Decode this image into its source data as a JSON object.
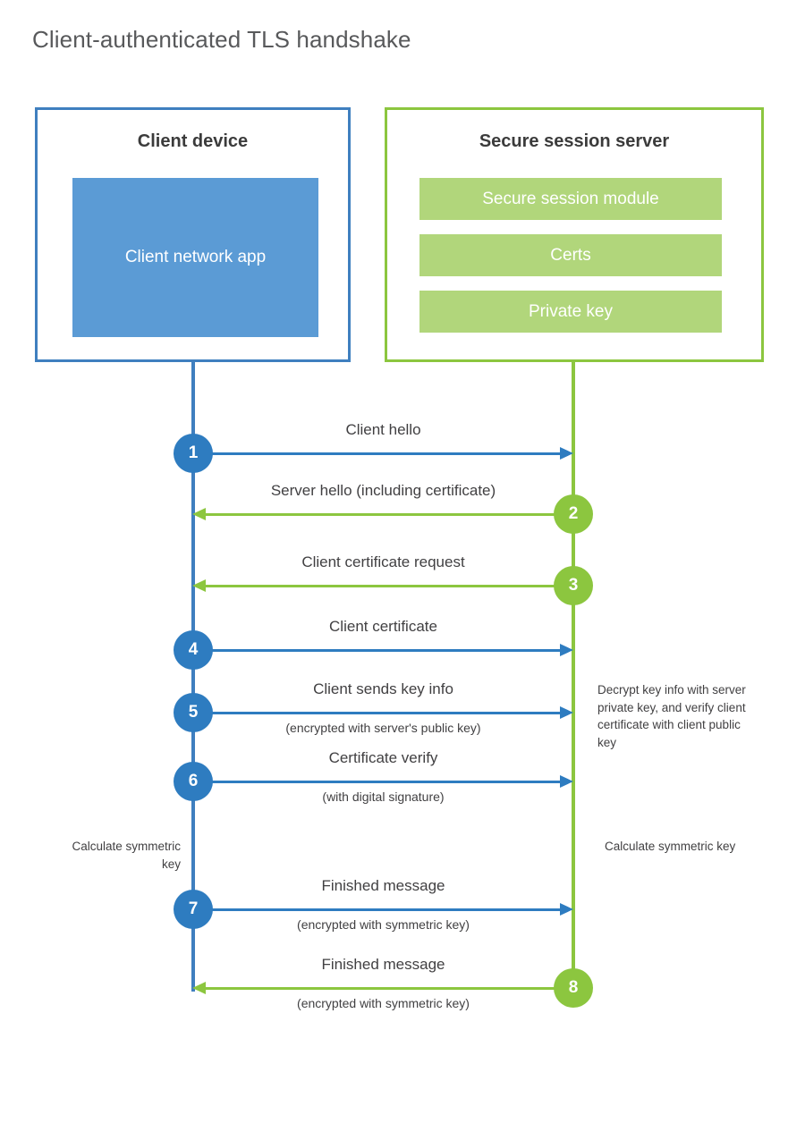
{
  "title": "Client-authenticated TLS handshake",
  "colors": {
    "client_blue_border": "#3f7fbf",
    "client_blue_fill": "#5b9bd5",
    "client_blue_line": "#2e7cc0",
    "server_green_border": "#8cc63f",
    "server_green_fill": "#b1d67b",
    "title_gray": "#58595b",
    "text_gray": "#414042"
  },
  "parties": {
    "client": {
      "title": "Client device",
      "app_label": "Client network app"
    },
    "server": {
      "title": "Secure session server",
      "modules": [
        "Secure session module",
        "Certs",
        "Private key"
      ]
    }
  },
  "steps": [
    {
      "number": "1",
      "direction": "to-server",
      "label": "Client hello",
      "sublabel": ""
    },
    {
      "number": "2",
      "direction": "to-client",
      "label": "Server hello (including certificate)",
      "sublabel": ""
    },
    {
      "number": "3",
      "direction": "to-client",
      "label": "Client certificate request",
      "sublabel": ""
    },
    {
      "number": "4",
      "direction": "to-server",
      "label": "Client certificate",
      "sublabel": ""
    },
    {
      "number": "5",
      "direction": "to-server",
      "label": "Client sends key info",
      "sublabel": "(encrypted with server's public key)"
    },
    {
      "number": "6",
      "direction": "to-server",
      "label": "Certificate verify",
      "sublabel": "(with digital signature)"
    },
    {
      "number": "7",
      "direction": "to-server",
      "label": "Finished message",
      "sublabel": "(encrypted with symmetric key)"
    },
    {
      "number": "8",
      "direction": "to-client",
      "label": "Finished message",
      "sublabel": "(encrypted with symmetric key)"
    }
  ],
  "annotations": {
    "server_decrypt": "Decrypt key info with server private key, and verify client certificate with client public key",
    "client_calculate": "Calculate symmetric key",
    "server_calculate": "Calculate symmetric key"
  }
}
